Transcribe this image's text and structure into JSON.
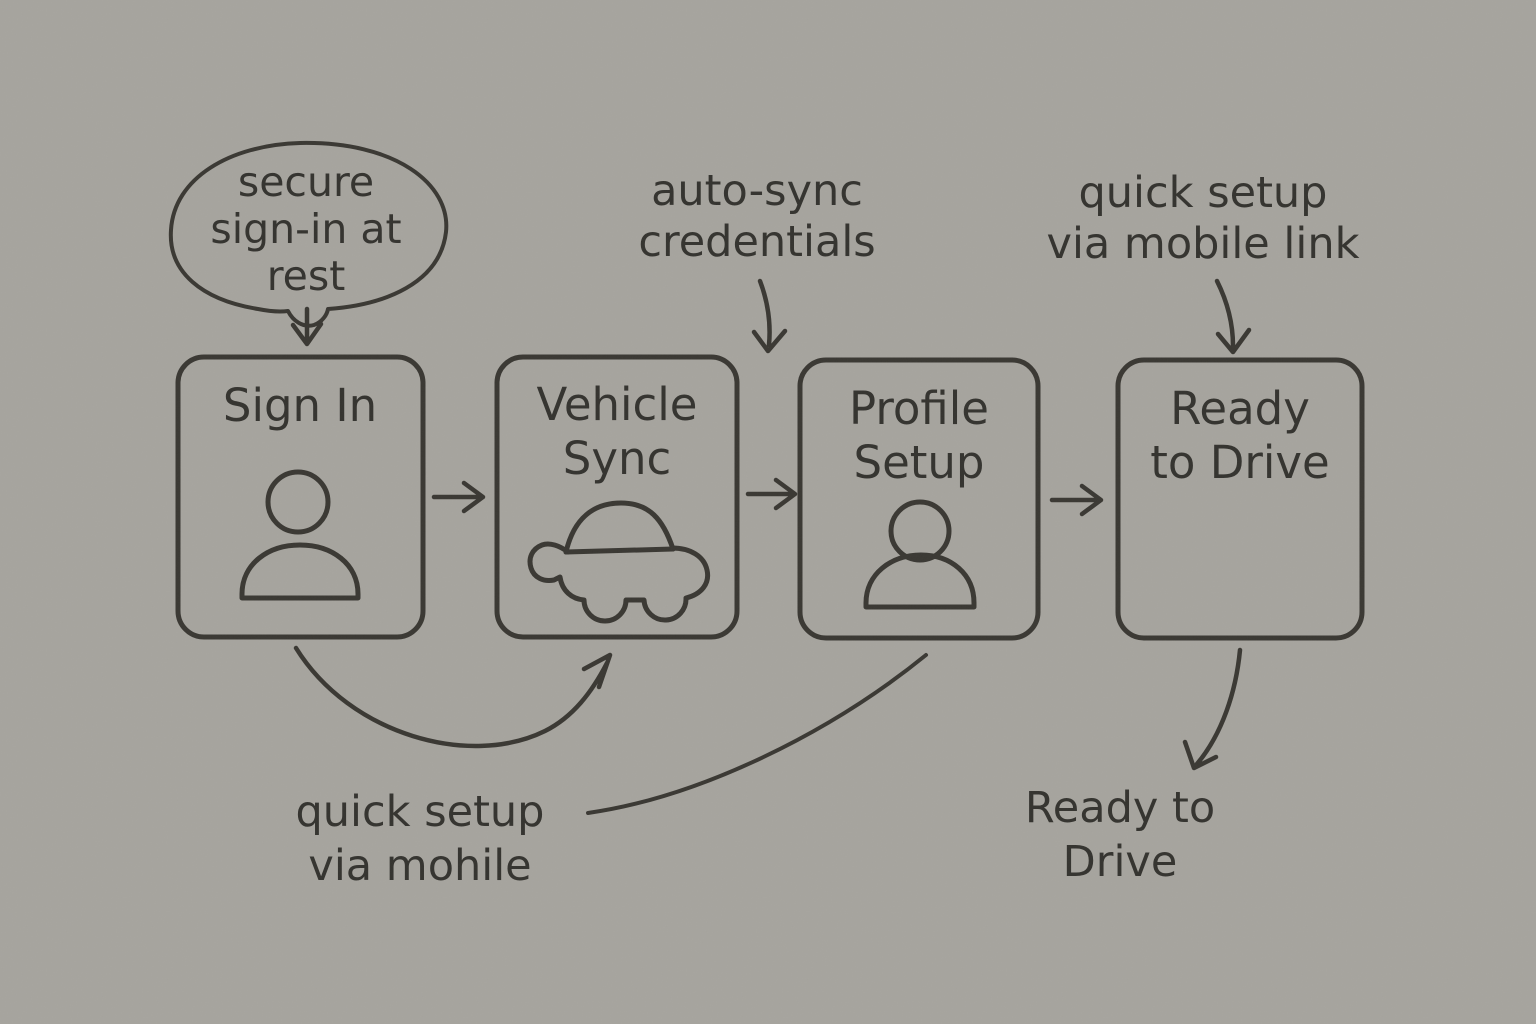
{
  "colors": {
    "background": "#a8a6a0",
    "ink": "#3a3833"
  },
  "bubble": {
    "lines": [
      "secure",
      "sign-in at",
      "rest"
    ]
  },
  "boxes": [
    {
      "name": "sign-in",
      "label_lines": [
        "Sign In"
      ],
      "icon": "person"
    },
    {
      "name": "vehicle-sync",
      "label_lines": [
        "Vehicle",
        "Sync"
      ],
      "icon": "car"
    },
    {
      "name": "profile-setup",
      "label_lines": [
        "Profile",
        "Setup"
      ],
      "icon": "person"
    },
    {
      "name": "ready-to-drive",
      "label_lines": [
        "Ready",
        "to Drive"
      ],
      "icon": "none"
    }
  ],
  "annotations": {
    "auto_sync": {
      "lines": [
        "auto-sync",
        "credentials"
      ]
    },
    "mobile_link": {
      "lines": [
        "quick setup",
        "via mobile link"
      ]
    },
    "quick_mohile": {
      "lines": [
        "quick setup",
        "via mohile"
      ]
    },
    "ready_drive": {
      "lines": [
        "Ready to",
        "Drive"
      ]
    }
  }
}
